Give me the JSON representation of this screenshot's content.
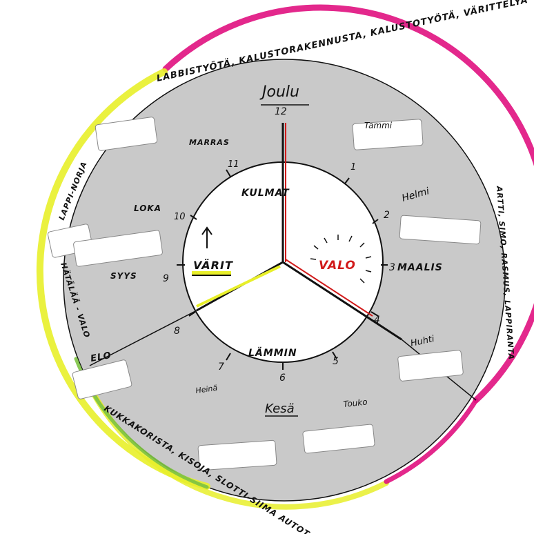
{
  "colors": {
    "outer_fill": "#c9c9c9",
    "inner_fill": "#ffffff",
    "rim_magenta": "#e0117f",
    "rim_yellow": "#e8ef2a",
    "rim_green": "#7cc242",
    "ink": "#111111",
    "accent_red": "#d11a1a"
  },
  "rim_text": {
    "top": "LABBISTYÖTÄ, KALUSTORAKENNUSTA, KALUSTOTYÖTÄ, VÄRITTELYÄ",
    "left": "LAPPI-NORJA",
    "left_lower": "HÄTÄLÄÄ - VALO",
    "bottom": "KUKKAKORISTA, KISOJA, SLOTTI-SIIMA AUTOT",
    "right": "ARTTI, SIMO, RASMUS, LAPPIRANTA"
  },
  "seasons": {
    "winter": "Joulu",
    "summer": "Kesä"
  },
  "months": {
    "joulu_num": "12",
    "marras": "MARRAS",
    "tammi": "Tammi",
    "helmi": "Helmi",
    "maalis": "MAALIS",
    "huhti": "Huhti",
    "touko": "Touko",
    "heina": "Heinä",
    "elo": "ELO",
    "syys": "SYYS",
    "loka": "LOKA"
  },
  "clock_numbers": {
    "n1": "1",
    "n2": "2",
    "n3": "3",
    "n4": "4",
    "n5": "5",
    "n6": "6",
    "n7": "7",
    "n8": "8",
    "n9": "9",
    "n10": "10",
    "n11": "11"
  },
  "inner": {
    "kulmat": "KULMAT",
    "varit": "VÄRIT",
    "valo": "VALO",
    "lammin": "LÄMMIN"
  }
}
